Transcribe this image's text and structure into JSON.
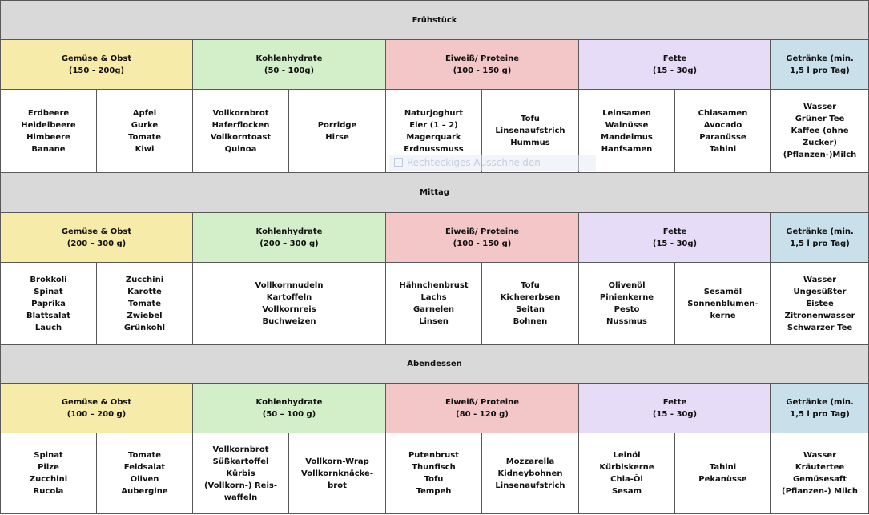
{
  "colors": {
    "section_header_bg": "#d9d9d9",
    "section_header_text": "#2e7a80",
    "vegetables": "#f7ebaa",
    "carbohydrates": "#d2efc9",
    "proteins": "#f3c6c7",
    "fats": "#e7dcf7",
    "drinks": "#c9e0eb",
    "grid_line": "#595959"
  },
  "overlay_label": "Rechteckiges Ausschneiden",
  "sections": [
    {
      "title": "Frühstück",
      "categories": {
        "vegetables": "Gemüse & Obst\n(150 - 200g)",
        "carbs": "Kohlenhydrate\n(50 - 100g)",
        "proteins": "Eiweiß/ Proteine\n(100 - 150 g)",
        "fats": "Fette\n(15 - 30g)",
        "drinks": "Getränke (min.\n1,5 l pro Tag)"
      },
      "foods": {
        "veg_a": "Erdbeere\nHeidelbeere\nHimbeere\nBanane",
        "veg_b": "Apfel\nGurke\nTomate\nKiwi",
        "carb_a": "Vollkornbrot\nHaferflocken\nVollkorntoast\nQuinoa",
        "carb_b": "Porridge\nHirse",
        "prot_a": "Naturjoghurt\nEier (1 – 2)\nMagerquark\nErdnussmuss",
        "prot_b": "Tofu\nLinsenaufstrich\nHummus",
        "fat_a": "Leinsamen\nWalnüsse\nMandelmus\nHanfsamen",
        "fat_b": "Chiasamen\nAvocado\nParanüsse\nTahini",
        "drinks": "Wasser\nGrüner Tee\nKaffee (ohne\nZucker)\n(Pflanzen-)Milch"
      }
    },
    {
      "title": "Mittag",
      "categories": {
        "vegetables": "Gemüse & Obst\n(200 – 300 g)",
        "carbs": "Kohlenhydrate\n(200 – 300 g)",
        "proteins": "Eiweiß/ Proteine\n(100 - 150 g)",
        "fats": "Fette\n(15 - 30g)",
        "drinks": "Getränke (min.\n1,5 l pro Tag)"
      },
      "foods": {
        "veg_a": "Brokkoli\nSpinat\nPaprika\nBlattsalat\nLauch",
        "veg_b": "Zucchini\nKarotte\nTomate\nZwiebel\nGrünkohl",
        "carbs": "Vollkornnudeln\nKartoffeln\nVollkornreis\nBuchweizen",
        "prot_a": "Hähnchenbrust\nLachs\nGarnelen\nLinsen",
        "prot_b": "Tofu\nKichererbsen\nSeitan\nBohnen",
        "fat_a": "Olivenöl\nPinienkerne\nPesto\nNussmus",
        "fat_b": "Sesamöl\nSonnenblumen-\nkerne",
        "drinks": "Wasser\nUngesüßter\nEistee\nZitronenwasser\nSchwarzer Tee"
      }
    },
    {
      "title": "Abendessen",
      "categories": {
        "vegetables": "Gemüse & Obst\n(100 – 200 g)",
        "carbs": "Kohlenhydrate\n(50 – 100 g)",
        "proteins": "Eiweiß/ Proteine\n(80 - 120 g)",
        "fats": "Fette\n(15 - 30g)",
        "drinks": "Getränke (min.\n1,5 l pro Tag)"
      },
      "foods": {
        "veg_a": "Spinat\nPilze\nZucchini\nRucola",
        "veg_b": "Tomate\nFeldsalat\nOliven\nAubergine",
        "carb_a": "Vollkornbrot\nSüßkartoffel\nKürbis\n(Vollkorn-) Reis-\nwaffeln",
        "carb_b": "Vollkorn-Wrap\nVollkornknäcke-\nbrot",
        "prot_a": "Putenbrust\nThunfisch\nTofu\nTempeh",
        "prot_b": "Mozzarella\nKidneybohnen\nLinsenaufstrich",
        "fat_a": "Leinöl\nKürbiskerne\nChia-Öl\nSesam",
        "fat_b": "Tahini\nPekanüsse",
        "drinks": "Wasser\nKräutertee\nGemüsesaft\n(Pflanzen-) Milch"
      }
    }
  ]
}
